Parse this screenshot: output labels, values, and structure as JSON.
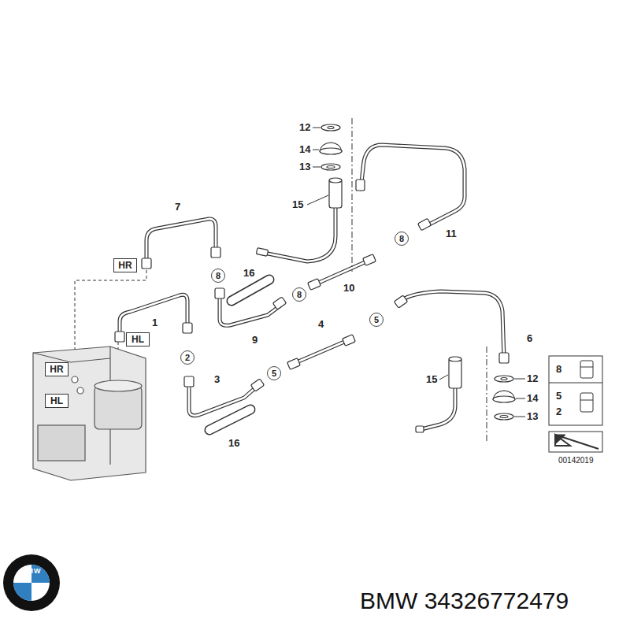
{
  "diagram": {
    "nodes": [
      {
        "text": [
          "8"
        ]
      },
      {
        "text": [
          "HR"
        ]
      },
      {
        "text": [
          "8"
        ]
      },
      {
        "text": [
          "8"
        ]
      },
      {
        "text": [
          "5"
        ]
      },
      {
        "text": [
          "HL"
        ]
      },
      {
        "text": [
          "2"
        ]
      },
      {
        "text": [
          "HR"
        ]
      },
      {
        "text": [
          "5"
        ]
      },
      {
        "text": [
          "HL"
        ]
      }
    ],
    "labels": [
      "12",
      "14",
      "13",
      "15",
      "7",
      "11",
      "16",
      "10",
      "1",
      "9",
      "4",
      "6",
      "3",
      "15",
      "12",
      "14",
      "13",
      "16",
      "8",
      "5",
      "2",
      "00142019",
      "BMW",
      "BMW 34326772479"
    ]
  }
}
